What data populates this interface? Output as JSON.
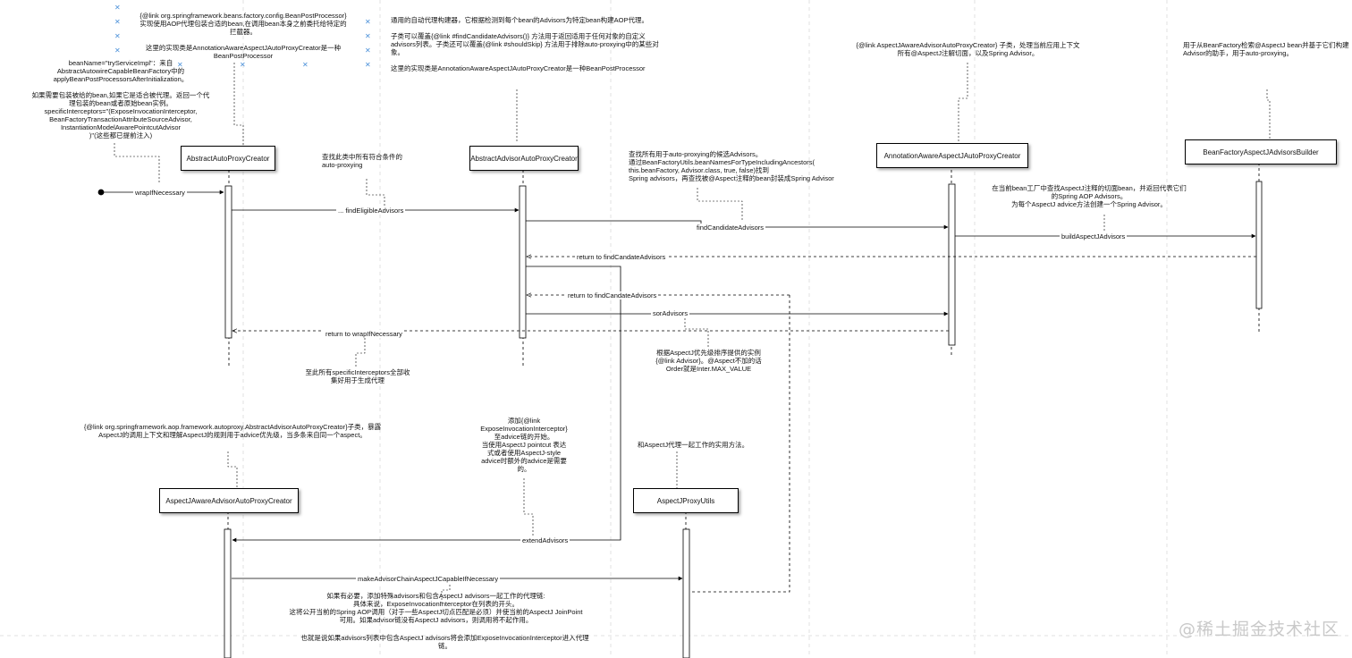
{
  "participants": [
    {
      "id": "p1",
      "label": "AbstractAutoProxyCreator"
    },
    {
      "id": "p2",
      "label": "AbstractAdvisorAutoProxyCreator"
    },
    {
      "id": "p3",
      "label": "AnnotationAwareAspectJAutoProxyCreator"
    },
    {
      "id": "p4",
      "label": "BeanFactoryAspectJAdvisorsBuilder"
    },
    {
      "id": "p5",
      "label": "AspectJAwareAdvisorAutoProxyCreator"
    },
    {
      "id": "p6",
      "label": "AspectJProxyUtils"
    }
  ],
  "messages": {
    "m_wrap": "wrapIfNecessary",
    "m_find": "... findEligibleAdvisors",
    "m_cand": "findCandidateAdvisors",
    "m_build": "buildAspectJAdvisors",
    "m_ret1": "return to findCandateAdvisors",
    "m_ret2": "return to findCandateAdvisors",
    "m_sort": "sorAdvisors",
    "m_ret3": "return to wrapIfNecessary",
    "m_ext": "extendAdvisors",
    "m_make": "makeAdvisorChainAspectJCapableIfNecessary"
  },
  "notes": {
    "n_bpp": "{@link org.springframework.beans.factory.config.BeanPostProcessor}\n实现使用AOP代理包装合适的bean,在调用bean本身之前委托给特定的\n拦截器。\n\n这里的实现类是AnnotationAwareAspectJAutoProxyCreator是一种\nBeanPostProcessor",
    "n_beanname": "beanName=\"tryServiceImpl\"：来自\nAbstractAutowireCapableBeanFactory中的\napplyBeanPostProcessorsAfterInitialization。\n\n如果需要包装被给的bean,如果它是适合被代理。返回一个代\n理包装的bean或者原始bean实例。\nspecificInterceptors=\"(ExposeInvocationInterceptor,\nBeanFactoryTransactionAttributeSourceAdvisor,\nInstantiationModelAwarePointcutAdvisor\n)\"(这些都已提前注入)",
    "n_generic": "通用的自动代理构建器，它根据检测到每个bean的Advisors为特定bean构建AOP代理。\n\n子类可以覆盖{@link #findCandidateAdvisors()} 方法用于返回适用于任何对象的自定义\nadvisors列表。子类还可以覆盖{@link #shouldSkip} 方法用于排除auto-proxying中的某些对\n象。\n\n这里的实现类是AnnotationAwareAspectJAutoProxyCreator是一种BeanPostProcessor",
    "n_aspectjsub": "{@link AspectJAwareAdvisorAutoProxyCreator} 子类，处理当前应用上下文\n所有@AspectJ注解切面，以及Spring Advisor。",
    "n_helper": "用于从BeanFactory检索@AspectJ bean并基于它们构建\nAdvisor的助手，用于auto-proxying。",
    "n_findall": "查找此类中所有符合条件的\nauto-proxying",
    "n_findcand": "查找所有用于auto-proxying的候选Advisors。\n通过BeanFactoryUtils.beanNamesForTypeIncludingAncestors(\nthis.beanFactory, Advisor.class, true, false)找到\nSpring advisors，再查找被@Aspect注释的bean封装成Spring Advisor",
    "n_lookup": "在当前bean工厂中查找AspectJ注释的切面bean，并返回代表它们\n的Spring AOP Advisors。\n为每个AspectJ advice方法创建一个Spring Advisor。",
    "n_sort": "根据AspectJ优先级排序提供的实例\n{@link Advisor}。@Aspect不加的话\nOrder就是Inter.MAX_VALUE",
    "n_collected": "至此所有specificInterceptors全部收\n集好用于生成代理",
    "n_aspectjaware": "{@link org.springframework.aop.framework.autoproxy.AbstractAdvisorAutoProxyCreator}子类，暴露\nAspectJ的调用上下文和理解AspectJ的规则用于advice优先级，当多条来自同一个aspect。",
    "n_expose": "添加{@link\nExposeInvocationInterceptor}\n至advice链的开始。\n当使用AspectJ pointcut 表达\n式或者使用AspectJ-style\nadvice时额外的advice是需要\n的。",
    "n_utils": "和AspectJ代理一起工作的实用方法。",
    "n_chain": "如果有必要，添加特殊advisors和包含AspectJ advisors一起工作的代理链:\n具体来说，ExposeInvocationInterceptor在列表的开头。\n这将公开当前的Spring AOP调用（对于一些AspectJ切点匹配是必须）并使当前的AspectJ JoinPoint\n可用。如果advisor链没有AspectJ advisors，则调用将不起作用。",
    "n_conclusion": "也就是说如果advisors列表中包含AspectJ advisors将会添加ExposeInvocationInterceptor进入代理\n链。"
  },
  "watermark": "@稀土掘金技术社区",
  "colors": {
    "line": "#000000",
    "grid": "#dddddd",
    "x_marker": "#4a90d9"
  }
}
